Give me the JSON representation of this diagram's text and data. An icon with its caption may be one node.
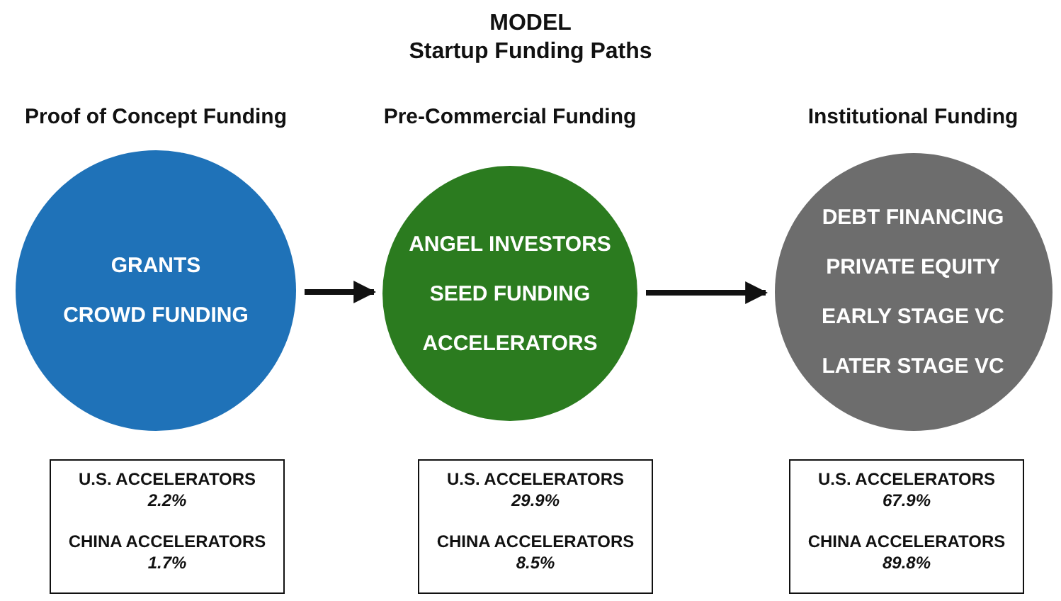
{
  "diagram": {
    "title": "MODEL",
    "nodes": [
      {
        "text": [
          "Proof of Concept Funding",
          "GRANTS",
          "CROWD FUNDING"
        ]
      },
      {
        "text": [
          "Pre-Commercial Funding",
          "ANGEL INVESTORS",
          "SEED FUNDING",
          "ACCELERATORS"
        ]
      },
      {
        "text": [
          "Institutional Funding",
          "DEBT FINANCING",
          "PRIVATE EQUITY",
          "EARLY STAGE VC",
          "LATER STAGE VC"
        ]
      },
      {
        "text": [
          "U.S. ACCELERATORS",
          "2.2%",
          "CHINA ACCELERATORS",
          "1.7%"
        ]
      },
      {
        "text": [
          "U.S. ACCELERATORS",
          "29.9%",
          "CHINA ACCELERATORS",
          "8.5%"
        ]
      },
      {
        "text": [
          "U.S. ACCELERATORS",
          "67.9%",
          "CHINA ACCELERATORS",
          "89.8%"
        ]
      }
    ],
    "edges": [
      {
        "from": 0,
        "to": 1,
        "arrow": "to"
      },
      {
        "from": 1,
        "to": 2,
        "arrow": "to"
      }
    ],
    "labels": [
      "Startup Funding Paths"
    ]
  }
}
